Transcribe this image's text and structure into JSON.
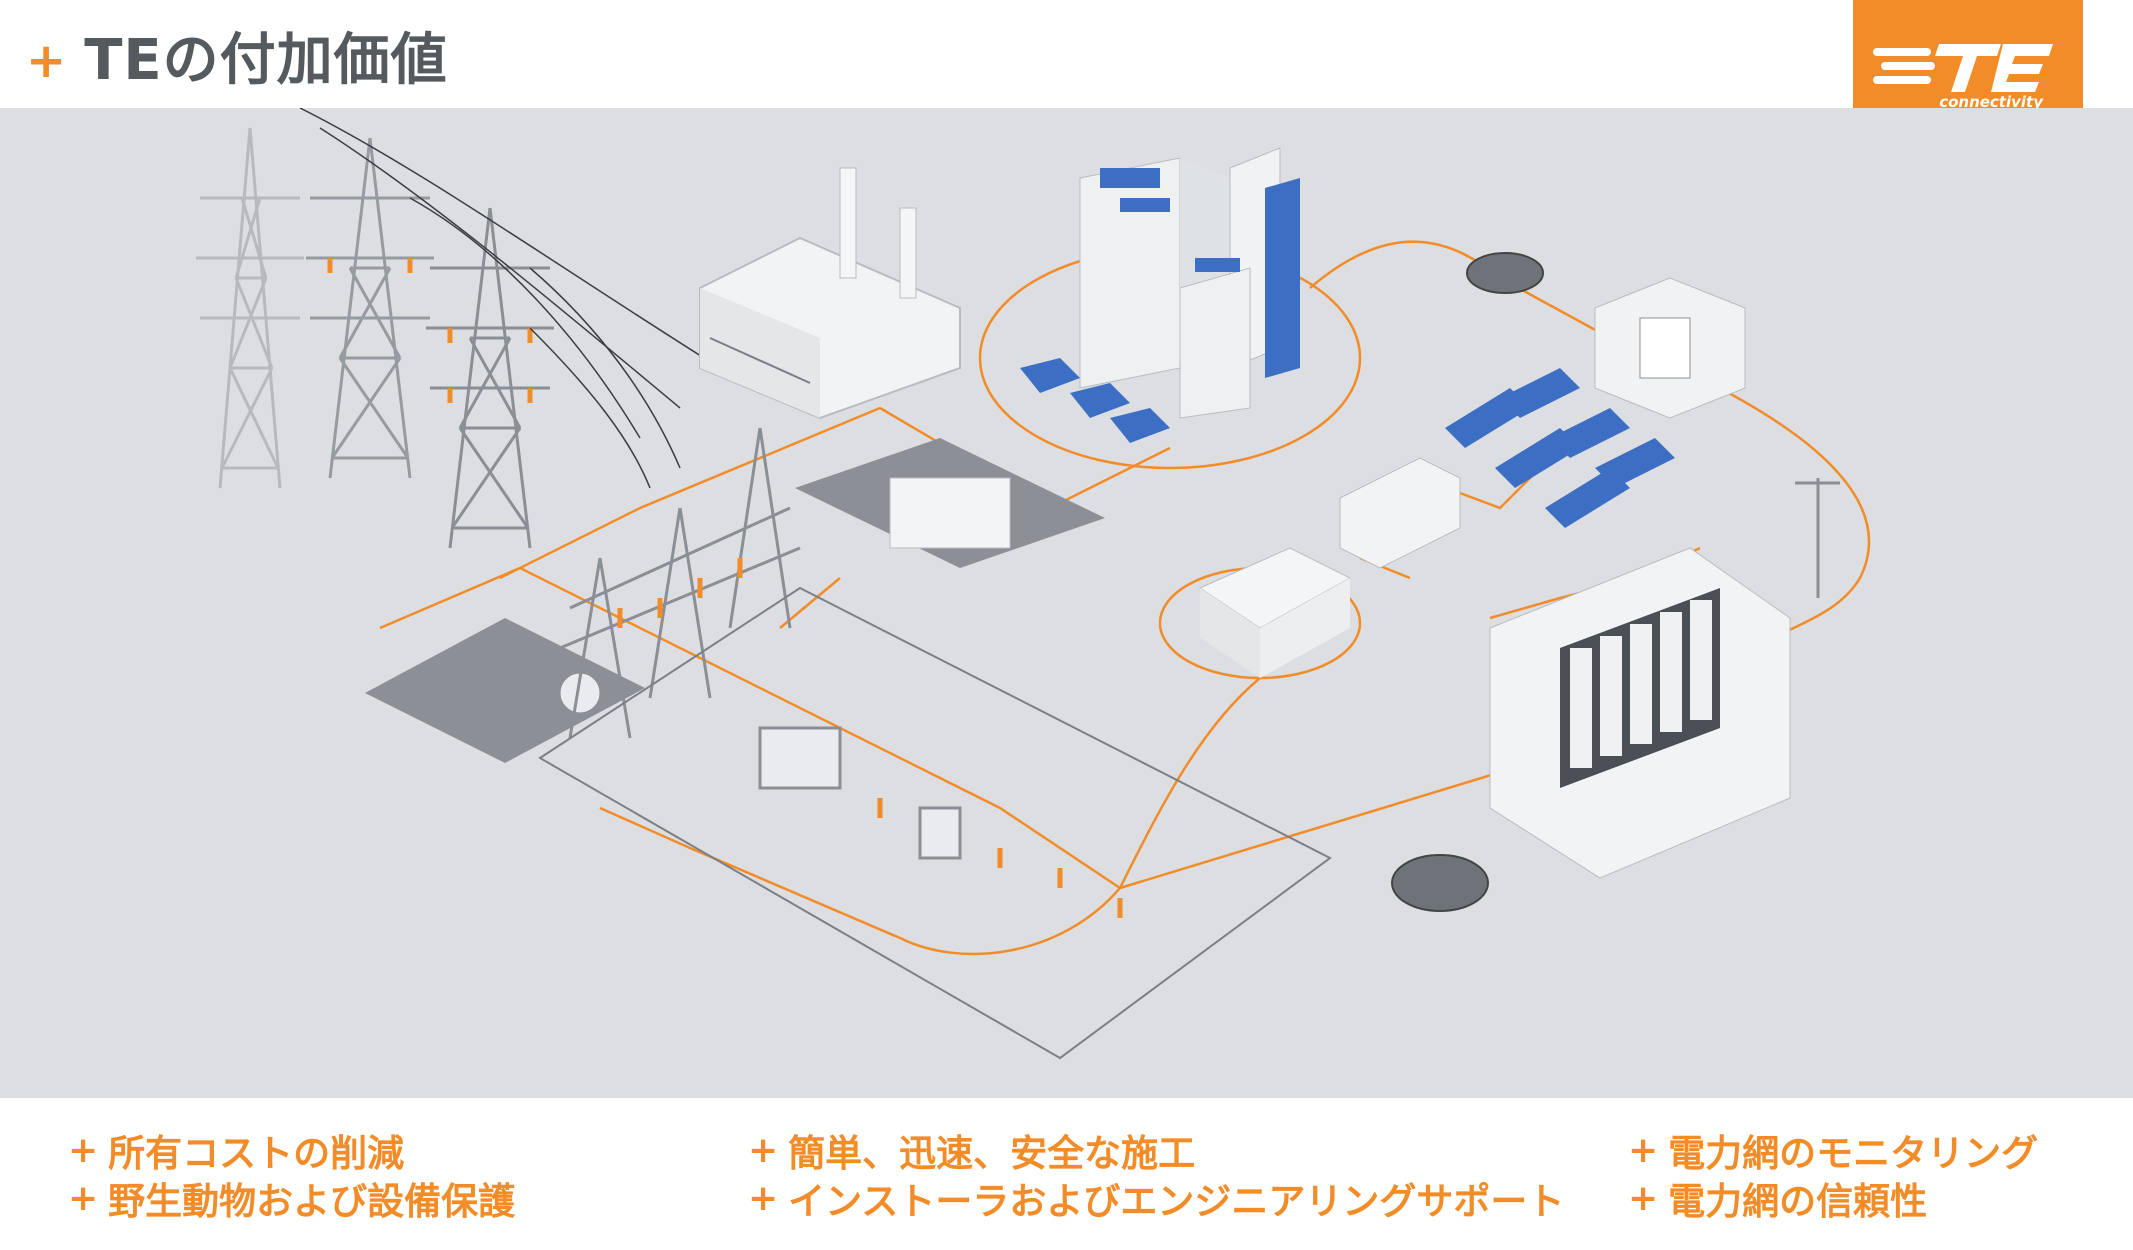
{
  "header": {
    "plus": "+",
    "title": "TEの付加価値"
  },
  "logo": {
    "mark": "TE",
    "subtitle": "connectivity",
    "color": "#f28c28"
  },
  "bullets": {
    "columns": [
      {
        "items": [
          "所有コストの削減",
          "野生動物および設備保護"
        ]
      },
      {
        "items": [
          "簡単、迅速、安全な施工",
          "インストーラおよびエンジニアリングサポート"
        ]
      },
      {
        "items": [
          "電力網のモニタリング",
          "電力網の信頼性"
        ]
      }
    ]
  },
  "colors": {
    "accent": "#f28c28",
    "scene_bg": "#dcdee1",
    "title": "#555a5e"
  }
}
